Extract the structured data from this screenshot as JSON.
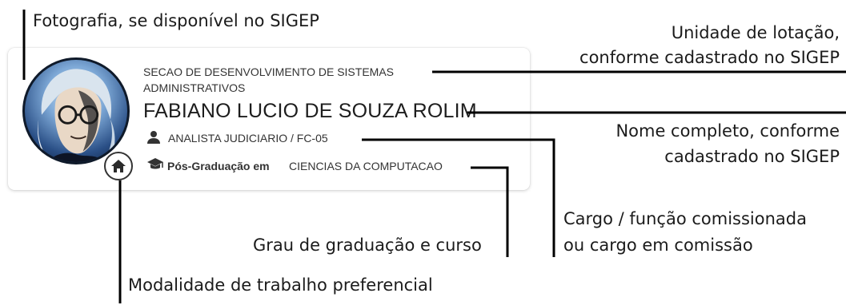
{
  "annotations": {
    "photo": "Fotografia, se disponível no SIGEP",
    "unit_line1": "Unidade de lotação,",
    "unit_line2": "conforme cadastrado no SIGEP",
    "name_line1": "Nome completo, conforme",
    "name_line2": "cadastrado no SIGEP",
    "role_line1": "Cargo / função comissionada",
    "role_line2": "ou cargo em comissão",
    "degree": "Grau de graduação e curso",
    "work_mode": "Modalidade de trabalho preferencial"
  },
  "card": {
    "unit_line1": "SECAO DE DESENVOLVIMENTO DE SISTEMAS",
    "unit_line2": "ADMINISTRATIVOS",
    "full_name": "FABIANO LUCIO DE SOUZA ROLIM",
    "role": "ANALISTA JUDICIARIO / FC-05",
    "degree_label": "Pós-Graduação em",
    "degree_course": "CIENCIAS DA COMPUTACAO",
    "photo_icon": "profile-photo",
    "work_mode_icon": "home-icon",
    "role_icon": "person-icon",
    "degree_icon": "graduation-cap-icon"
  },
  "colors": {
    "lines": "#000000",
    "text": "#333333"
  }
}
